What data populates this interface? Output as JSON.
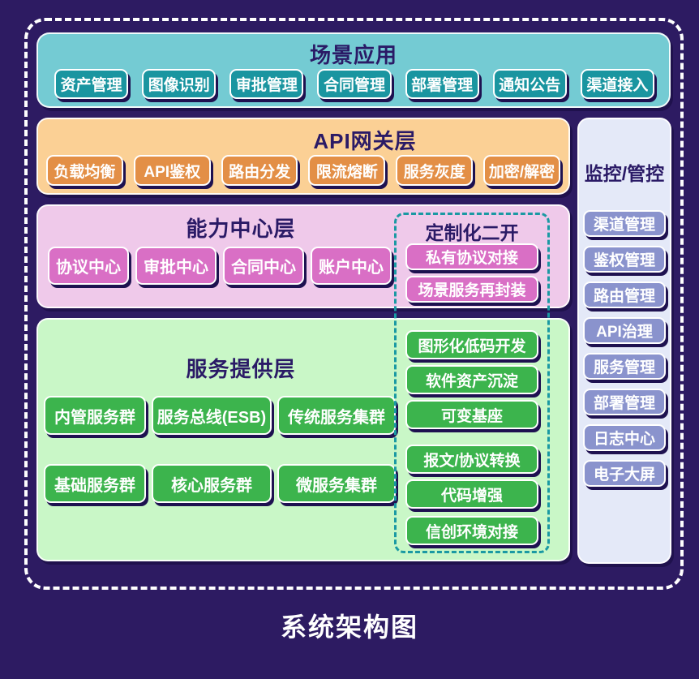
{
  "caption": "系统架构图",
  "colors": {
    "background": "#2d1b62",
    "outer_dashed_border": "#ffffff",
    "scenario_panel": "#74cbd3",
    "scenario_button": "#1a95a0",
    "gateway_panel": "#fbd095",
    "gateway_button": "#e38f46",
    "capability_panel": "#efc9ea",
    "capability_button": "#d96fc5",
    "service_panel": "#c9f7c7",
    "service_button": "#3cb44d",
    "monitor_panel": "#e4e9f8",
    "monitor_button": "#8a93cd",
    "overlay_dashed_border": "#1a99a3",
    "panel_title_text": "#2a1a66",
    "button_text": "#ffffff"
  },
  "scenario_layer": {
    "title": "场景应用",
    "items": [
      "资产管理",
      "图像识别",
      "审批管理",
      "合同管理",
      "部署管理",
      "通知公告",
      "渠道接入"
    ]
  },
  "gateway_layer": {
    "title": "API网关层",
    "items": [
      "负载均衡",
      "API鉴权",
      "路由分发",
      "限流熔断",
      "服务灰度",
      "加密/解密"
    ]
  },
  "capability_layer": {
    "title": "能力中心层",
    "items": [
      "协议中心",
      "审批中心",
      "合同中心",
      "账户中心"
    ]
  },
  "custom_dev_overlay": {
    "title": "定制化二开",
    "pink_items": [
      "私有协议对接",
      "场景服务再封装"
    ],
    "green_items_top": [
      "图形化低码开发",
      "软件资产沉淀",
      "可变基座"
    ],
    "green_items_bottom": [
      "报文/协议转换",
      "代码增强",
      "信创环境对接"
    ]
  },
  "service_layer": {
    "title": "服务提供层",
    "row1": [
      "内管服务群",
      "服务总线(ESB)",
      "传统服务集群"
    ],
    "row2": [
      "基础服务群",
      "核心服务群",
      "微服务集群"
    ]
  },
  "monitor_panel": {
    "title": "监控/管控",
    "items": [
      "渠道管理",
      "鉴权管理",
      "路由管理",
      "API治理",
      "服务管理",
      "部署管理",
      "日志中心",
      "电子大屏"
    ]
  }
}
